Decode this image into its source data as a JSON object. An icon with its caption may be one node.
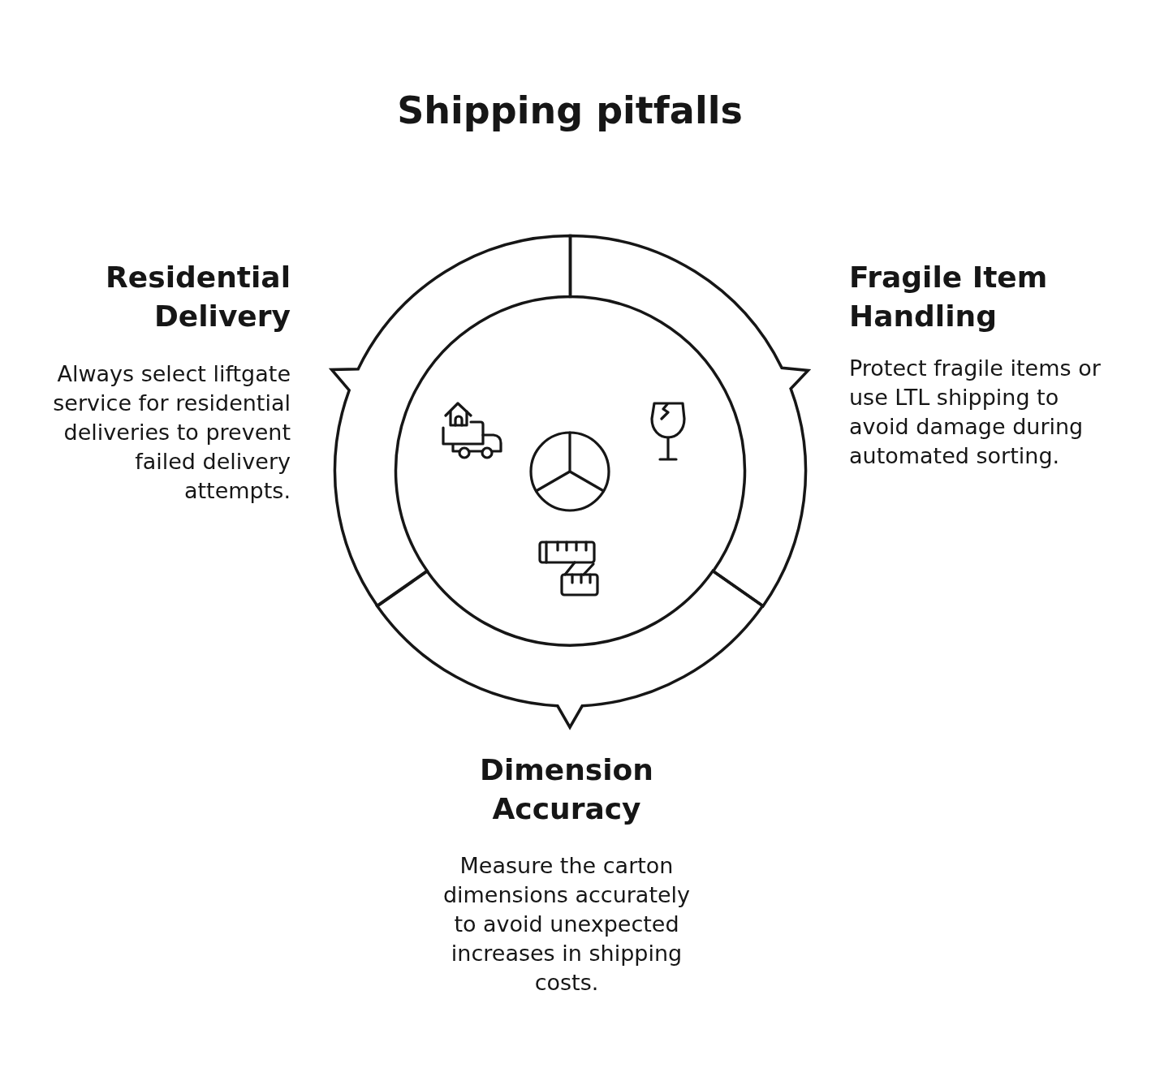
{
  "diagram": {
    "title": "Shipping pitfalls",
    "nodes": [
      {
        "text": [
          "Residential Delivery",
          "Always select liftgate service for residential deliveries to prevent failed delivery attempts."
        ]
      },
      {
        "text": [
          "Fragile Item Handling",
          "Protect fragile items or use LTL shipping to avoid damage during automated sorting."
        ]
      },
      {
        "text": [
          "Dimension Accuracy",
          "Measure the carton dimensions accurately to avoid unexpected increases in shipping costs."
        ]
      }
    ]
  }
}
